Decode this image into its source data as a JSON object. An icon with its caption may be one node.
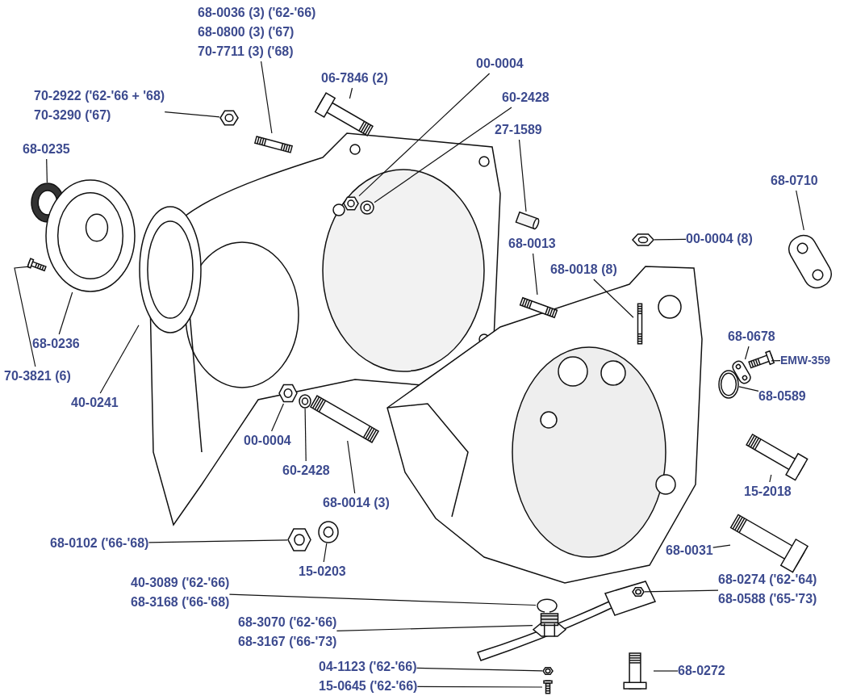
{
  "diagram": {
    "nodes": [
      {
        "text": [
          "68-0036 (3) ('62-'66)",
          "68-0800 (3) ('67)",
          "70-7711 (3) ('68)"
        ]
      },
      {
        "text": [],
        "shape": "picture"
      },
      {
        "text": [
          "06-7846 (2)"
        ]
      },
      {
        "text": [],
        "shape": "picture"
      },
      {
        "text": [
          "70-2922 ('62-'66 + '68)",
          "70-3290 ('67)"
        ]
      },
      {
        "text": [],
        "shape": "picture"
      },
      {
        "text": [
          "00-0004"
        ]
      },
      {
        "text": [],
        "shape": "picture"
      },
      {
        "text": [
          "60-2428"
        ]
      },
      {
        "text": [],
        "shape": "picture"
      },
      {
        "text": [
          "27-1589"
        ]
      },
      {
        "text": [],
        "shape": "cylinder"
      },
      {
        "text": [
          "68-0235"
        ]
      },
      {
        "text": [],
        "shape": "picture"
      },
      {
        "text": [
          "68-0710"
        ]
      },
      {
        "text": [],
        "shape": "picture"
      },
      {
        "text": [
          "00-0004 (8)"
        ]
      },
      {
        "text": [],
        "shape": "picture"
      },
      {
        "text": [
          "68-0013"
        ]
      },
      {
        "text": [],
        "shape": "picture"
      },
      {
        "text": [
          "68-0018 (8)"
        ]
      },
      {
        "text": [],
        "shape": "picture"
      },
      {
        "text": [
          "70-3821 (6)"
        ]
      },
      {
        "text": [],
        "shape": "picture"
      },
      {
        "text": [
          "68-0236"
        ]
      },
      {
        "text": [],
        "shape": "picture"
      },
      {
        "text": [
          "40-0241"
        ]
      },
      {
        "text": [],
        "shape": "picture"
      },
      {
        "text": [
          "68-0678"
        ]
      },
      {
        "text": [],
        "shape": "picture"
      },
      {
        "text": [
          "EMW-359"
        ]
      },
      {
        "text": [],
        "shape": "picture"
      },
      {
        "text": [
          "68-0589"
        ]
      },
      {
        "text": [],
        "shape": "picture"
      },
      {
        "text": [
          "00-0004"
        ]
      },
      {
        "text": [],
        "shape": "picture"
      },
      {
        "text": [
          "60-2428"
        ]
      },
      {
        "text": [],
        "shape": "picture"
      },
      {
        "text": [
          "68-0014 (3)"
        ]
      },
      {
        "text": [],
        "shape": "picture"
      },
      {
        "text": [
          "15-2018"
        ]
      },
      {
        "text": [],
        "shape": "picture"
      },
      {
        "text": [
          "68-0102 ('66-'68)"
        ]
      },
      {
        "text": [],
        "shape": "picture"
      },
      {
        "text": [
          "15-0203"
        ]
      },
      {
        "text": [],
        "shape": "picture"
      },
      {
        "text": [
          "68-0031"
        ]
      },
      {
        "text": [],
        "shape": "picture"
      },
      {
        "text": [
          "40-3089 ('62-'66)",
          "68-3168 ('66-'68)"
        ]
      },
      {
        "text": [],
        "shape": "picture"
      },
      {
        "text": [
          "68-0274 ('62-'64)",
          "68-0588 ('65-'73)"
        ]
      },
      {
        "text": [],
        "shape": "picture"
      },
      {
        "text": [
          "68-3070 ('62-'66)",
          "68-3167 ('66-'73)"
        ]
      },
      {
        "text": [],
        "shape": "picture"
      },
      {
        "text": [
          "04-1123 ('62-'66)"
        ]
      },
      {
        "text": [],
        "shape": "picture"
      },
      {
        "text": [
          "15-0645 ('62-'66)"
        ]
      },
      {
        "text": [],
        "shape": "picture"
      },
      {
        "text": [
          "68-0272"
        ]
      },
      {
        "text": [],
        "shape": "picture"
      }
    ],
    "edges": [
      {
        "from": 0,
        "to": 1,
        "arrow": "none"
      },
      {
        "from": 2,
        "to": 3,
        "arrow": "none"
      },
      {
        "from": 4,
        "to": 5,
        "arrow": "none"
      },
      {
        "from": 6,
        "to": 7,
        "arrow": "none"
      },
      {
        "from": 8,
        "to": 9,
        "arrow": "none"
      },
      {
        "from": 10,
        "to": 11,
        "arrow": "none"
      },
      {
        "from": 12,
        "to": 13,
        "arrow": "none"
      },
      {
        "from": 14,
        "to": 15,
        "arrow": "none"
      },
      {
        "from": 16,
        "to": 17,
        "arrow": "none"
      },
      {
        "from": 18,
        "to": 19,
        "arrow": "none"
      },
      {
        "from": 20,
        "to": 21,
        "arrow": "none"
      },
      {
        "from": 22,
        "to": 23,
        "arrow": "none"
      },
      {
        "from": 24,
        "to": 25,
        "arrow": "none"
      },
      {
        "from": 26,
        "to": 27,
        "arrow": "none"
      },
      {
        "from": 28,
        "to": 29,
        "arrow": "none"
      },
      {
        "from": 30,
        "to": 31,
        "arrow": "none"
      },
      {
        "from": 32,
        "to": 33,
        "arrow": "none"
      },
      {
        "from": 34,
        "to": 35,
        "arrow": "none"
      },
      {
        "from": 36,
        "to": 37,
        "arrow": "none"
      },
      {
        "from": 38,
        "to": 39,
        "arrow": "none"
      },
      {
        "from": 40,
        "to": 41,
        "arrow": "none"
      },
      {
        "from": 42,
        "to": 43,
        "arrow": "none"
      },
      {
        "from": 44,
        "to": 45,
        "arrow": "none"
      },
      {
        "from": 46,
        "to": 47,
        "arrow": "none"
      },
      {
        "from": 48,
        "to": 49,
        "arrow": "none"
      },
      {
        "from": 50,
        "to": 51,
        "arrow": "none"
      },
      {
        "from": 52,
        "to": 53,
        "arrow": "none"
      },
      {
        "from": 54,
        "to": 55,
        "arrow": "none"
      },
      {
        "from": 56,
        "to": 57,
        "arrow": "none"
      },
      {
        "from": 58,
        "to": 59,
        "arrow": "none"
      }
    ]
  }
}
